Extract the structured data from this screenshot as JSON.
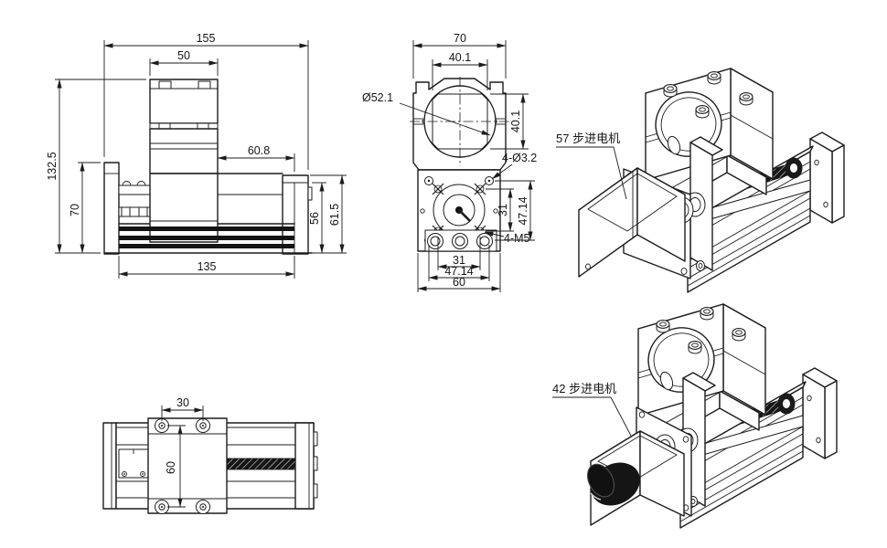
{
  "drawing": {
    "front": {
      "overall_width": "155",
      "motor_width": "50",
      "overall_height": "132.5",
      "base_height": "70",
      "stroke_length": "60.8",
      "rail_height": "56",
      "end_height": "61.5",
      "rail_length": "135"
    },
    "end": {
      "body_width": "70",
      "clamp_opening_width": "40.1",
      "bore_diameter": "Ø52.1",
      "clamp_opening_height": "40.1",
      "through_holes": "4-Ø3.2",
      "tap_spacing_v": "31",
      "hole_spacing_v": "47.14",
      "tapped_holes": "4-M5",
      "tap_spacing_h": "31",
      "hole_spacing_h": "47.14",
      "flange_width": "60"
    },
    "top": {
      "hole_spacing": "30",
      "carriage_width": "60"
    },
    "iso57": {
      "label": "57 步进电机"
    },
    "iso42": {
      "label": "42 步进电机"
    },
    "colors": {
      "line": "#1c1c1c",
      "paper": "#ffffff"
    }
  }
}
